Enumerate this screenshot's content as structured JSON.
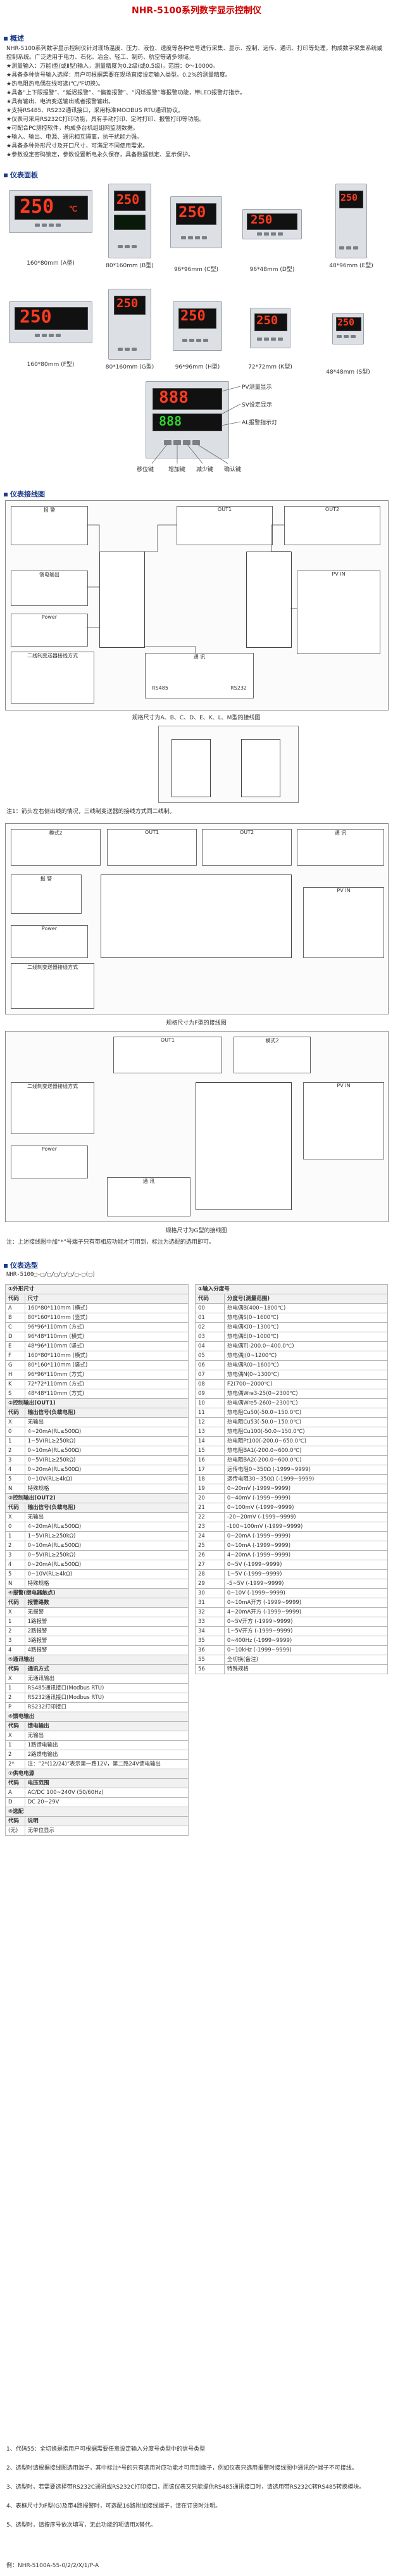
{
  "title": "NHR-5100系列数字显示控制仪",
  "sections": {
    "overview": "概述",
    "panel": "仪表面板",
    "wiring": "仪表接线图",
    "selection": "仪表选型"
  },
  "intro": [
    "NHR-5100系列数字显示控制仪针对现场温度、压力、液位、速度等各种信号进行采集、显示、控制、远传、通讯、打印等处理，构成数字采集系统或控制系统。广泛适用于电力、石化、冶金、轻工、制药、航空等诸多领域。",
    "★测量输入：万能Ⅰ型(或Ⅱ型)输入，测量精度为0.2级(或0.5级)，范围：0～10000。",
    "★具备多种信号输入选择：用户可根据需要在现场直接设定输入类型。0.2%的测量精度。",
    "★热电阻热电偶在线可选(℃/℉切换)。",
    "★具备“上下限报警”、“延迟报警”、“偏差报警”、“闪烁报警”等报警功能，带LED报警灯指示。",
    "★具有输出、电流变送输出或者报警输出。",
    "★支持RS485、RS232通讯接口，采用标准MODBUS RTU通讯协议。",
    "★仪表可采用RS232C打印功能，具有手动打印、定时打印、报警打印等功能。",
    "★可配合PC测控软件，构成多台机组组网监测数据。",
    "★输入、输出、电源、通讯相互隔离，抗干扰能力强。",
    "★具备多种外形尺寸及开口尺寸，可满足不同使用需求。",
    "★参数设定密码锁定，参数设置断电永久保存，具备数据锁定、显示保护。"
  ],
  "display": {
    "value": "250",
    "unit": "℃"
  },
  "products_row1": [
    "160*80mm (A型)",
    "80*160mm (B型)",
    "96*96mm (C型)",
    "96*48mm (D型)",
    "48*96mm (E型)"
  ],
  "products_row2": [
    "160*80mm (F型)",
    "80*160mm (G型)",
    "96*96mm (H型)",
    "72*72mm (K型)",
    "48*48mm (S型)"
  ],
  "panel_labels": [
    "PV测量显示",
    "SV设定显示",
    "AL报警指示灯",
    "移位键",
    "增加键",
    "减少键",
    "确认键"
  ],
  "wiring": {
    "out1": "OUT1",
    "out2": "OUT2",
    "alarm": "报 警",
    "comm": "通 讯",
    "pvin": "PV IN",
    "retrans": "馈电输出",
    "power": "Power",
    "mode": "模式2",
    "twowire": "二线制变送器接线方式",
    "rs485": "RS485",
    "rs232": "RS232",
    "caption_a": "规格尺寸为A、B、C、D、E、K、L、M型的接线图",
    "note_a": "注1：箭头左右侧出线的情况，三线制变送器的接线方式同二线制。",
    "caption_f": "规格尺寸为F型的接线图",
    "caption_g": "规格尺寸为G型的接线图",
    "note_fg": "注：上述接线图中加“*”号端子只有带相应功能才可用到，标注为选配的选用即可。"
  },
  "selection": {
    "code_line": "NHR-5100□-□/□/□/□/□/□-□(□)",
    "left_sections": [
      {
        "title": "①外形尺寸",
        "head": [
          "代码",
          "尺寸"
        ],
        "rows": [
          [
            "A",
            "160*80*110mm (横式)"
          ],
          [
            "B",
            "80*160*110mm (竖式)"
          ],
          [
            "C",
            "96*96*110mm (方式)"
          ],
          [
            "D",
            "96*48*110mm (横式)"
          ],
          [
            "E",
            "48*96*110mm (竖式)"
          ],
          [
            "F",
            "160*80*110mm (横式)"
          ],
          [
            "G",
            "80*160*110mm (竖式)"
          ],
          [
            "H",
            "96*96*110mm (方式)"
          ],
          [
            "K",
            "72*72*110mm (方式)"
          ],
          [
            "S",
            "48*48*110mm (方式)"
          ]
        ]
      },
      {
        "title": "②控制输出(OUT1)",
        "head": [
          "代码",
          "输出信号(负载电阻)"
        ],
        "rows": [
          [
            "X",
            "无输出"
          ],
          [
            "0",
            "4~20mA(RL≤500Ω)"
          ],
          [
            "1",
            "1~5V(RL≥250kΩ)"
          ],
          [
            "2",
            "0~10mA(RL≤500Ω)"
          ],
          [
            "3",
            "0~5V(RL≥250kΩ)"
          ],
          [
            "4",
            "0~20mA(RL≤500Ω)"
          ],
          [
            "5",
            "0~10V(RL≥4kΩ)"
          ],
          [
            "N",
            "特殊规格"
          ]
        ]
      },
      {
        "title": "③控制输出(OUT2)",
        "head": [
          "代码",
          "输出信号(负载电阻)"
        ],
        "rows": [
          [
            "X",
            "无输出"
          ],
          [
            "0",
            "4~20mA(RL≤500Ω)"
          ],
          [
            "1",
            "1~5V(RL≥250kΩ)"
          ],
          [
            "2",
            "0~10mA(RL≤500Ω)"
          ],
          [
            "3",
            "0~5V(RL≥250kΩ)"
          ],
          [
            "4",
            "0~20mA(RL≤500Ω)"
          ],
          [
            "5",
            "0~10V(RL≥4kΩ)"
          ],
          [
            "N",
            "特殊规格"
          ]
        ]
      },
      {
        "title": "④报警(继电器触点)",
        "head": [
          "代码",
          "报警路数"
        ],
        "rows": [
          [
            "X",
            "无报警"
          ],
          [
            "1",
            "1路报警"
          ],
          [
            "2",
            "2路报警"
          ],
          [
            "3",
            "3路报警"
          ],
          [
            "4",
            "4路报警"
          ]
        ]
      },
      {
        "title": "⑤通讯输出",
        "head": [
          "代码",
          "通讯方式"
        ],
        "rows": [
          [
            "X",
            "无通讯输出"
          ],
          [
            "1",
            "RS485通讯接口(Modbus RTU)"
          ],
          [
            "2",
            "RS232通讯接口(Modbus RTU)"
          ],
          [
            "P",
            "RS232打印接口"
          ]
        ]
      },
      {
        "title": "⑥馈电输出",
        "head": [
          "代码",
          "馈电输出"
        ],
        "rows": [
          [
            "X",
            "无输出"
          ],
          [
            "1",
            "1路馈电输出"
          ],
          [
            "2",
            "2路馈电输出"
          ],
          [
            "2*",
            "注：“2*(12/24)”表示第一路12V，第二路24V馈电输出"
          ]
        ]
      },
      {
        "title": "⑦供电电源",
        "head": [
          "代码",
          "电压范围"
        ],
        "rows": [
          [
            "A",
            "AC/DC 100~240V (50/60Hz)"
          ],
          [
            "D",
            "DC 20~29V"
          ]
        ]
      },
      {
        "title": "⑧选配",
        "head": [
          "代码",
          "说明"
        ],
        "rows": [
          [
            "(无)",
            "无单位显示"
          ]
        ]
      }
    ],
    "right_title": "①输入分度号",
    "right_head": [
      "代码",
      "分度号(测量范围)"
    ],
    "right_rows": [
      [
        "00",
        "热电偶B(400~1800℃)"
      ],
      [
        "01",
        "热电偶S(0~1600℃)"
      ],
      [
        "02",
        "热电偶K(0~1300℃)"
      ],
      [
        "03",
        "热电偶E(0~1000℃)"
      ],
      [
        "04",
        "热电偶T(-200.0~400.0℃)"
      ],
      [
        "05",
        "热电偶J(0~1200℃)"
      ],
      [
        "06",
        "热电偶R(0~1600℃)"
      ],
      [
        "07",
        "热电偶N(0~1300℃)"
      ],
      [
        "08",
        "F2(700~2000℃)"
      ],
      [
        "09",
        "热电偶Wre3-25(0~2300℃)"
      ],
      [
        "10",
        "热电偶Wre5-26(0~2300℃)"
      ],
      [
        "11",
        "热电阻Cu50(-50.0~150.0℃)"
      ],
      [
        "12",
        "热电阻Cu53(-50.0~150.0℃)"
      ],
      [
        "13",
        "热电阻Cu100(-50.0~150.0℃)"
      ],
      [
        "14",
        "热电阻Pt100(-200.0~650.0℃)"
      ],
      [
        "15",
        "热电阻BA1(-200.0~600.0℃)"
      ],
      [
        "16",
        "热电阻BA2(-200.0~600.0℃)"
      ],
      [
        "17",
        "远传电阻0~350Ω (-1999~9999)"
      ],
      [
        "18",
        "远传电阻30~350Ω (-1999~9999)"
      ],
      [
        "19",
        "0~20mV (-1999~9999)"
      ],
      [
        "20",
        "0~40mV (-1999~9999)"
      ],
      [
        "21",
        "0~100mV (-1999~9999)"
      ],
      [
        "22",
        "-20~20mV (-1999~9999)"
      ],
      [
        "23",
        "-100~100mV (-1999~9999)"
      ],
      [
        "24",
        "0~20mA (-1999~9999)"
      ],
      [
        "25",
        "0~10mA (-1999~9999)"
      ],
      [
        "26",
        "4~20mA (-1999~9999)"
      ],
      [
        "27",
        "0~5V (-1999~9999)"
      ],
      [
        "28",
        "1~5V (-1999~9999)"
      ],
      [
        "29",
        "-5~5V (-1999~9999)"
      ],
      [
        "30",
        "0~10V (-1999~9999)"
      ],
      [
        "31",
        "0~10mA开方 (-1999~9999)"
      ],
      [
        "32",
        "4~20mA开方 (-1999~9999)"
      ],
      [
        "33",
        "0~5V开方 (-1999~9999)"
      ],
      [
        "34",
        "1~5V开方 (-1999~9999)"
      ],
      [
        "35",
        "0~400Hz (-1999~9999)"
      ],
      [
        "36",
        "0~10kHz (-1999~9999)"
      ],
      [
        "55",
        "全切换(备注)"
      ],
      [
        "56",
        "特殊规格"
      ]
    ]
  },
  "footnotes": [
    "1、代码55：全切换是指用户可根据需要任意设定输入分度号类型中的信号类型",
    "2、选型时请根据接线图选用端子，其中标注*号的只有选用对应功能才可用到端子，例如仪表只选用报警时接线图中通讯的*端子不可接线。",
    "3、选型时，若需要选择带RS232C通讯或RS232C打印接口，而该仪表又只能提供RS485通讯接口时，请选用带RS232C转RS485转换模块。",
    "4、表框尺寸为F型(G)及带4路报警时，可选配16路附加接线端子，请在订货时注明。",
    "5、选型时，请按序号依次填写，无此功能的项请用X替代。"
  ],
  "example": "例：NHR-5100A-55-0/2/2/X/1/P-A",
  "colors": {
    "title": "#d00000",
    "section": "#1a3a8a",
    "digit": "#ff3b1f"
  }
}
